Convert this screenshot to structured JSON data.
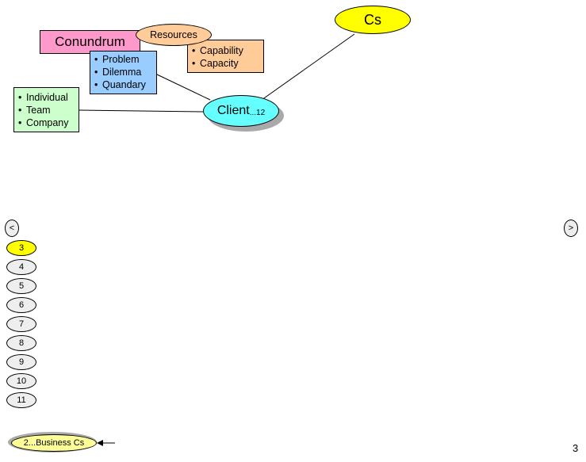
{
  "diagram": {
    "nodes": {
      "cs": "Cs",
      "client": "Client",
      "client_suffix": "...12",
      "conundrum": "Conundrum",
      "resources": "Resources"
    },
    "lists": {
      "capacity": [
        "Capability",
        "Capacity"
      ],
      "problems": [
        "Problem",
        "Dilemma",
        "Quandary"
      ],
      "scope": [
        "Individual",
        "Team",
        "Company"
      ]
    },
    "colors": {
      "cs": "#ffff00",
      "client": "#66ffff",
      "conundrum": "#ff99cc",
      "resources": "#ffcc99",
      "problems": "#99ccff",
      "scope": "#ccffcc",
      "current_page": "#ffff00",
      "breadcrumb": "#ffff99"
    }
  },
  "navigation": {
    "prev_label": "<",
    "next_label": ">",
    "pages": [
      "3",
      "4",
      "5",
      "6",
      "7",
      "8",
      "9",
      "10",
      "11"
    ],
    "current_page": "3",
    "breadcrumb": "2...Business Cs"
  },
  "page_number": "3"
}
